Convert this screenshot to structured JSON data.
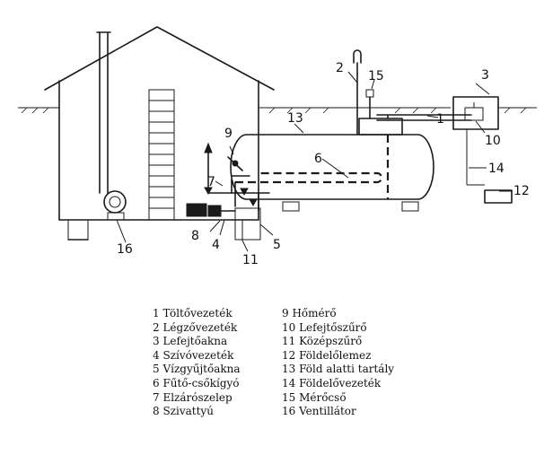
{
  "callouts": [
    "1",
    "2",
    "3",
    "4",
    "5",
    "6",
    "7",
    "8",
    "9",
    "10",
    "11",
    "12",
    "13",
    "14",
    "15",
    "16"
  ],
  "legend_left": [
    "1 Töltővezeték",
    "2 Légzővezeték",
    "3 Lefejtőakna",
    "4 Szívóvezeték",
    "5 Vízgyűjtőakna",
    "6 Fűtő-csőkígyó",
    "7 Elzárószelep",
    "8 Szivattyú"
  ],
  "legend_right": [
    "9 Hőmérő",
    "10 Lefejtőszűrő",
    "11 Középszűrő",
    "12 Földelőlemez",
    "13 Föld alatti tartály",
    "14 Földelővezeték",
    "15 Mérőcső",
    "16 Ventillátor"
  ]
}
